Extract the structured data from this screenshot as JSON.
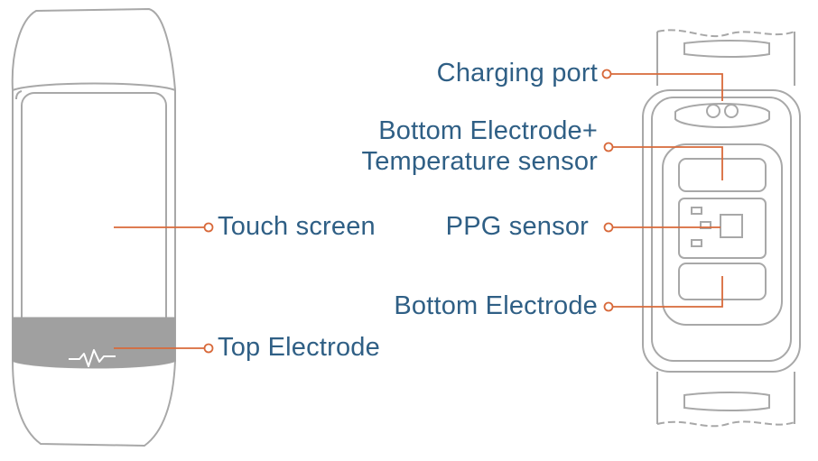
{
  "labels": {
    "touch_screen": "Touch screen",
    "top_electrode": "Top Electrode",
    "charging_port": "Charging port",
    "bottom_electrode_temp_line1": "Bottom Electrode+",
    "bottom_electrode_temp_line2": "Temperature sensor",
    "ppg_sensor": "PPG sensor",
    "bottom_electrode": "Bottom Electrode"
  },
  "colors": {
    "outline": "#a8a8a8",
    "leader": "#d8693a",
    "label_text": "#2f5f85",
    "electrode_band": "#a0a0a0",
    "ecg_symbol": "#ffffff"
  }
}
